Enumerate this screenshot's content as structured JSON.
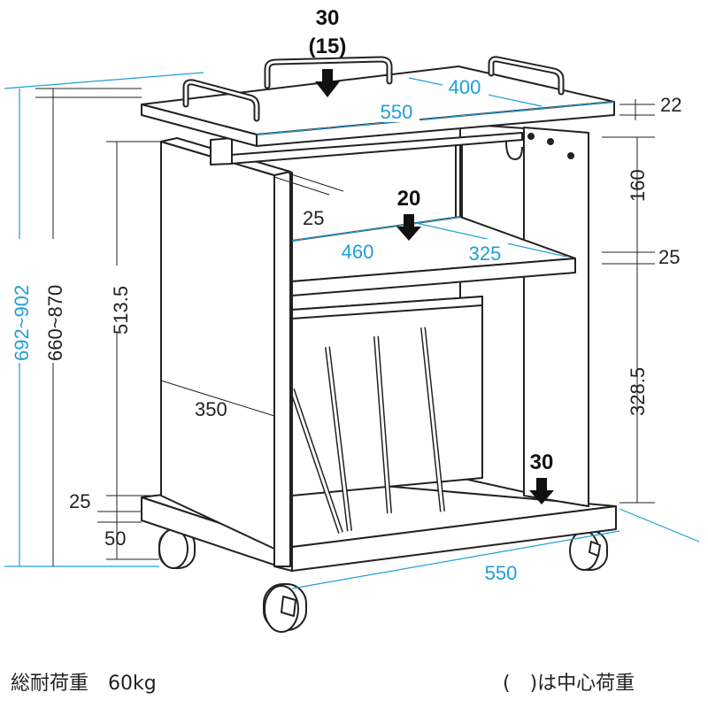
{
  "loads": {
    "top": "30",
    "top_center": "(15)",
    "middle_shelf": "20",
    "bottom_shelf": "30"
  },
  "dimensions": {
    "top_depth": "400",
    "top_width": "550",
    "top_thickness": "22",
    "upper_gap": "160",
    "shelf_thickness": "25",
    "lower_gap": "328.5",
    "shelf_width": "460",
    "shelf_depth": "325",
    "inner_front_offset": "25",
    "inner_height": "513.5",
    "side_panel_depth": "350",
    "bottom_panel_thickness": "25",
    "caster_height": "50",
    "total_height_range": "692~902",
    "surface_height_range": "660~870",
    "base_width": "550"
  },
  "footer": {
    "total_load": "総耐荷重　60kg",
    "center_load_note": "(　)は中心荷重"
  },
  "colors": {
    "dimension_line": "#1f9fd8",
    "leader_line": "#222222",
    "furniture_outline": "#222222"
  }
}
